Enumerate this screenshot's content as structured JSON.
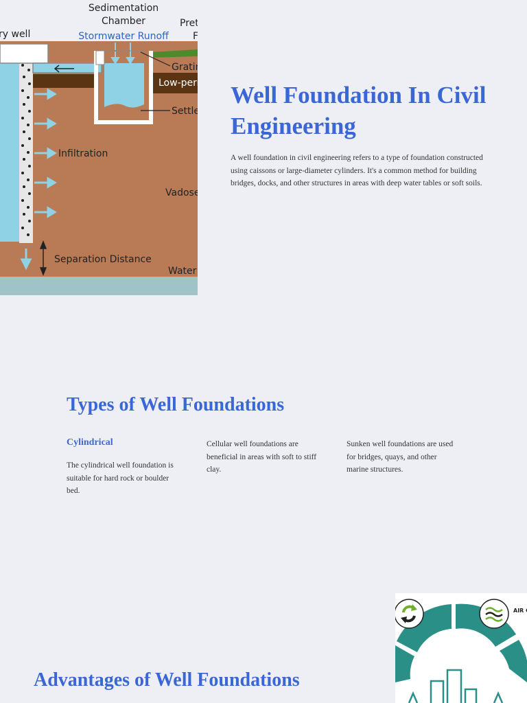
{
  "hero": {
    "title": "Well Foundation In Civil Engineering",
    "description": "A well foundation in civil engineering refers to a type of foundation constructed using caissons or large-diameter cylinders. It's a common method for building bridges, docks, and other structures in areas with deep water tables or soft soils.",
    "diagram_labels": {
      "sedimentation_line1": "Sedimentation",
      "sedimentation_line2": "Chamber",
      "dry_well": "ry well",
      "pretreatment_line1": "Pret",
      "pretreatment_line2": "F",
      "stormwater": "Stormwater Runoff",
      "grating": "Gratin",
      "low_permeability": "Low-perr",
      "settle": "Settle",
      "infiltration": "Infiltration",
      "vadose": "Vadose",
      "separation": "Separation Distance",
      "water_table": "Water T"
    }
  },
  "types": {
    "title": "Types of Well Foundations",
    "items": [
      {
        "heading": "Cylindrical",
        "text": "The cylindrical well foundation is suitable for hard rock or boulder bed."
      },
      {
        "heading": "",
        "text": "Cellular well foundations are beneficial in areas with soft to stiff clay."
      },
      {
        "heading": "",
        "text": "Sunken well foundations are used for bridges, quays, and other marine structures."
      }
    ]
  },
  "advantages": {
    "title": "Advantages of Well Foundations",
    "figure_label": "AIR C"
  }
}
